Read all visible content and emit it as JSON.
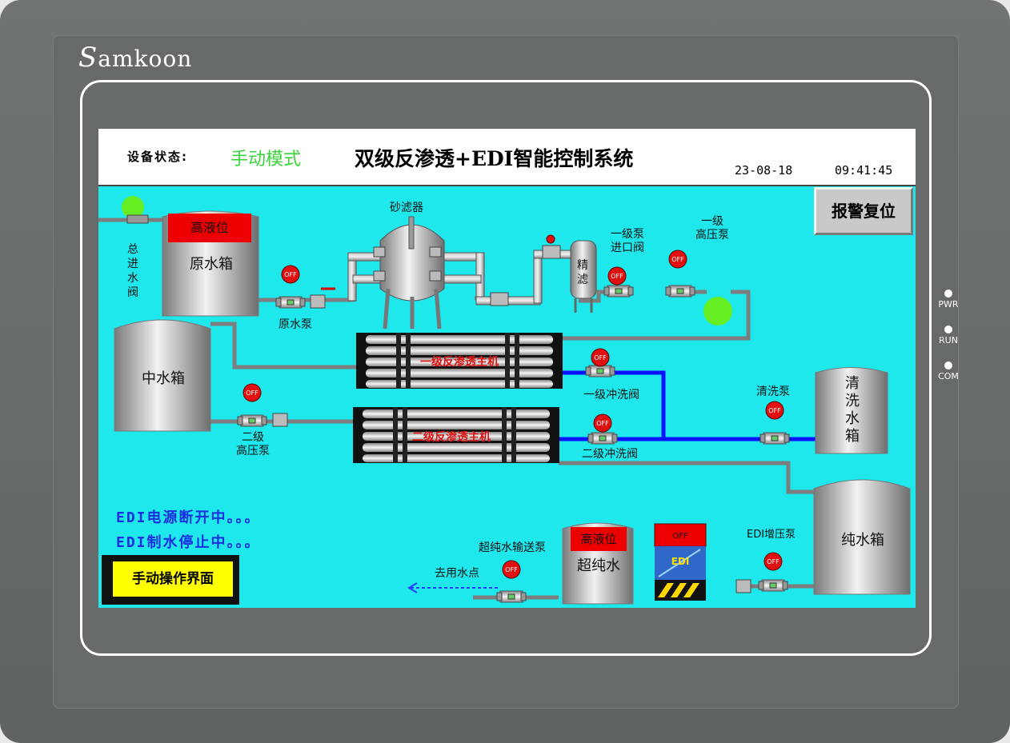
{
  "device": {
    "brand": "amkoon",
    "brand_initial": "S",
    "indicators": [
      "PWR",
      "RUN",
      "COM"
    ]
  },
  "header": {
    "status_label": "设备状态:",
    "mode": "手动模式",
    "title": "双级反渗透+EDI智能控制系统",
    "date": "23-08-18",
    "time": "09:41:45"
  },
  "buttons": {
    "alarm_reset": "报警复位",
    "manual_screen": "手动操作界面"
  },
  "tanks": {
    "raw": "原水箱",
    "raw_level": "高液位",
    "middle": "中水箱",
    "clean": [
      "清",
      "洗",
      "水",
      "箱"
    ],
    "pure": "纯水箱",
    "ultrapure": "超纯水",
    "ultrapure_level": "高液位"
  },
  "equipment": {
    "sand_filter": "砂滤器",
    "precision_filter": [
      "精",
      "滤"
    ],
    "ro1": "一级反渗透主机",
    "ro2": "二级反渗透主机",
    "edi_label": "EDI",
    "edi_state": "OFF"
  },
  "labels": {
    "main_inlet": [
      "总",
      "进",
      "水",
      "阀"
    ],
    "raw_pump": "原水泵",
    "pump1_inlet_valve": [
      "一级泵",
      "进口阀"
    ],
    "hp_pump1": [
      "一级",
      "高压泵"
    ],
    "hp_pump2": [
      "二级",
      "高压泵"
    ],
    "flush1": "一级冲洗阀",
    "flush2": "二级冲洗阀",
    "clean_pump": "清洗泵",
    "edi_booster": "EDI增压泵",
    "ultrapure_pump": "超纯水输送泵",
    "to_use_point": "去用水点"
  },
  "messages": {
    "edi_power": "EDI电源断开中。。。",
    "edi_production": "EDI制水停止中。。。"
  },
  "valve_state": "OFF",
  "colors": {
    "screen_bg": "#1ee8ec",
    "pipe": "#808080",
    "flush_pipe": "#0000ff",
    "alarm_red": "#ee0000",
    "indicator_green": "#66ee22",
    "message_blue": "#1b2ee0"
  }
}
